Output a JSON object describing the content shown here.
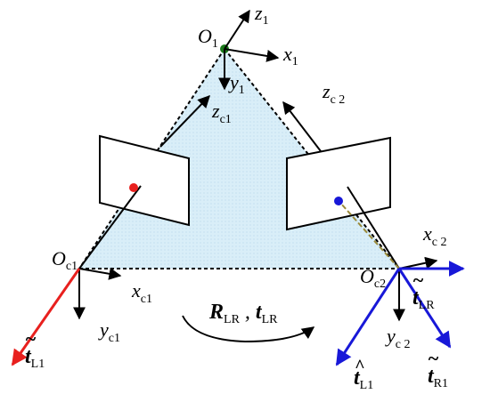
{
  "labels": {
    "o1": "O",
    "o1_sub": "1",
    "z1": "z",
    "z1_sub": "1",
    "x1": "x",
    "x1_sub": "1",
    "y1": "y",
    "y1_sub": "1",
    "zc1": "z",
    "zc1_sub": "c1",
    "zc2": "z",
    "zc2_sub": "c 2",
    "oc1": "O",
    "oc1_sub": "c1",
    "xc1": "x",
    "xc1_sub": "c1",
    "yc1": "y",
    "yc1_sub": "c1",
    "oc2": "O",
    "oc2_sub": "c2",
    "xc2": "x",
    "xc2_sub": "c 2",
    "yc2": "y",
    "yc2_sub": "c 2",
    "rlr": "R",
    "rlr_sub": "LR",
    "comma": " , ",
    "tlr": "t",
    "tlr_sub": "LR",
    "tl1": "t",
    "tl1_tilde": "~",
    "tl1_sub": "L1",
    "tLR2": "t",
    "tLR2_tilde": "~",
    "tLR2_sub": "LR",
    "tr1": "t",
    "tr1_tilde": "~",
    "tr1_sub": "R1",
    "thl1": "t",
    "thl1_hat": "^",
    "thl1_sub": "L1"
  },
  "colors": {
    "black": "#000000",
    "red": "#e8201e",
    "blue": "#1818d8",
    "green": "#1a7a1a",
    "fill": "#dbeef6",
    "olive": "#9a8a3a"
  }
}
